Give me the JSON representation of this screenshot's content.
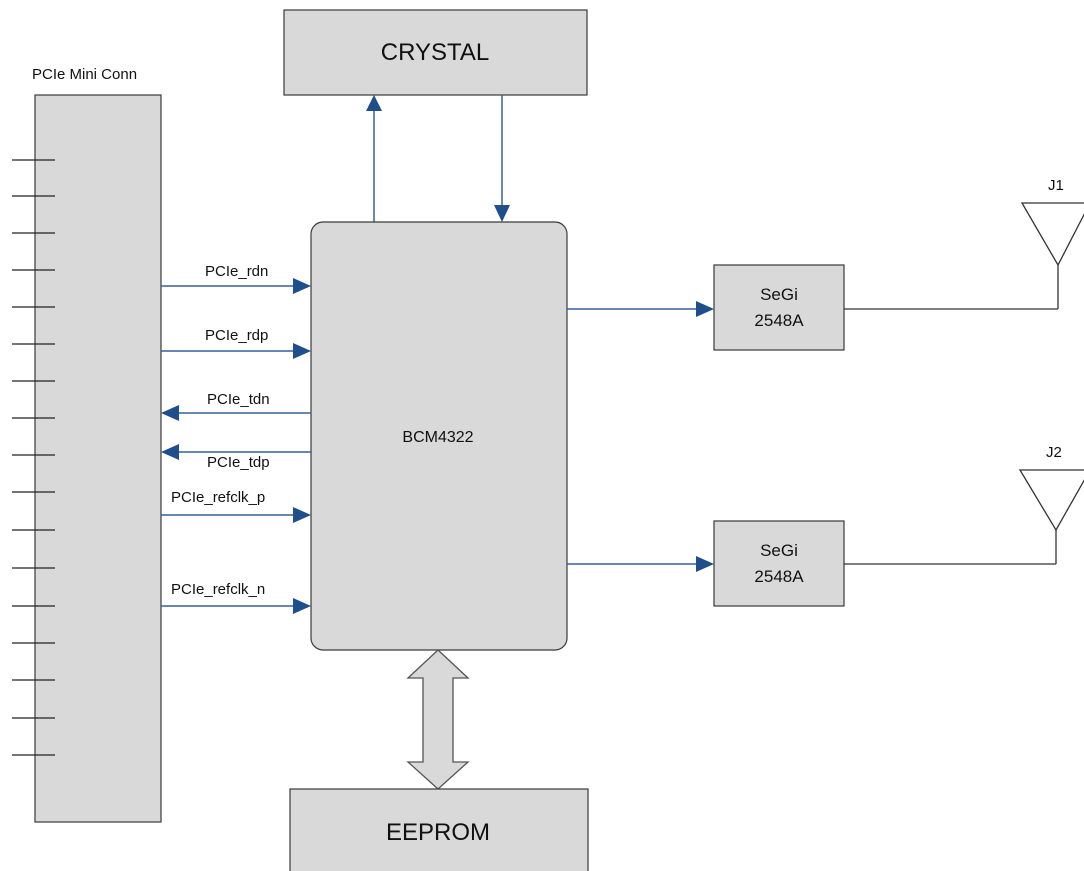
{
  "connector": {
    "label": "PCIe Mini Conn"
  },
  "crystal": {
    "label": "CRYSTAL"
  },
  "soc": {
    "label": "BCM4322"
  },
  "eeprom": {
    "label": "EEPROM"
  },
  "frontends": [
    {
      "line1": "SeGi",
      "line2": "2548A"
    },
    {
      "line1": "SeGi",
      "line2": "2548A"
    }
  ],
  "antennas": [
    {
      "label": "J1"
    },
    {
      "label": "J2"
    }
  ],
  "signals": [
    {
      "label": "PCIe_rdn",
      "direction": "to-soc"
    },
    {
      "label": "PCIe_rdp",
      "direction": "to-soc"
    },
    {
      "label": "PCIe_tdn",
      "direction": "to-connector"
    },
    {
      "label": "PCIe_tdp",
      "direction": "to-connector"
    },
    {
      "label": "PCIe_refclk_p",
      "direction": "to-soc"
    },
    {
      "label": "PCIe_refclk_n",
      "direction": "to-soc"
    }
  ],
  "colors": {
    "block_fill": "#d9d9d9",
    "wire": "#34609c",
    "arrow": "#1f4e8c"
  }
}
